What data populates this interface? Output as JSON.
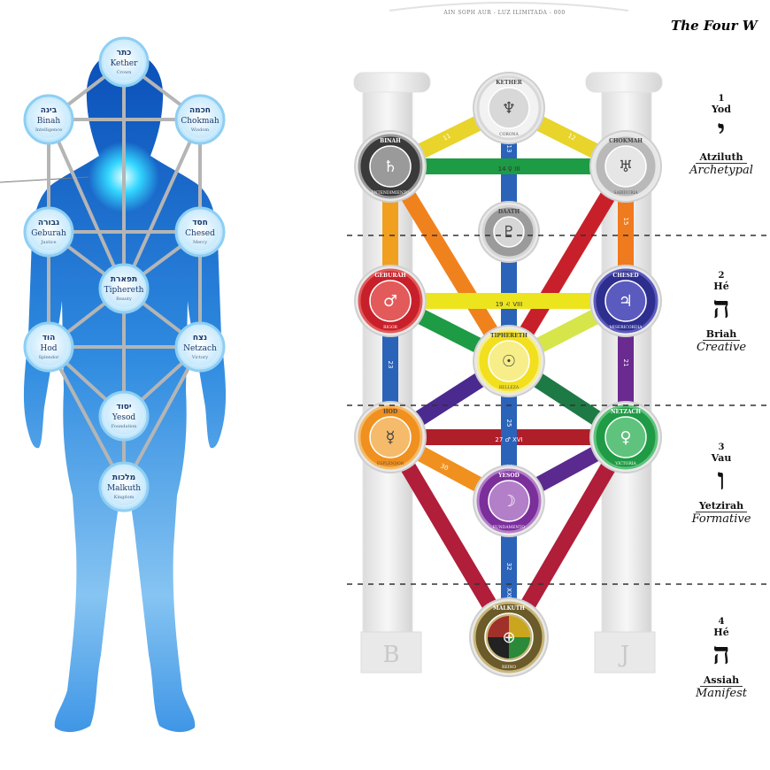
{
  "header_text": "AIN SOPH AUR - LUZ ILIMITADA - 000",
  "title": "The Four W",
  "body_sephiroth": [
    {
      "key": "kether",
      "hebrew": "כתר",
      "name": "Kether",
      "sub": "Crown"
    },
    {
      "key": "binah",
      "hebrew": "בינה",
      "name": "Binah",
      "sub": "Intelligence"
    },
    {
      "key": "chokmah",
      "hebrew": "חכמה",
      "name": "Chokmah",
      "sub": "Wisdom"
    },
    {
      "key": "geburah",
      "hebrew": "גבורה",
      "name": "Geburah",
      "sub": "Justice"
    },
    {
      "key": "chesed",
      "hebrew": "חסד",
      "name": "Chesed",
      "sub": "Mercy"
    },
    {
      "key": "tiphereth",
      "hebrew": "תפארת",
      "name": "Tiphereth",
      "sub": "Beauty"
    },
    {
      "key": "hod",
      "hebrew": "הוד",
      "name": "Hod",
      "sub": "Splendor"
    },
    {
      "key": "netzach",
      "hebrew": "נצח",
      "name": "Netzach",
      "sub": "Victory"
    },
    {
      "key": "yesod",
      "hebrew": "יסוד",
      "name": "Yesod",
      "sub": "Foundation"
    },
    {
      "key": "malkuth",
      "hebrew": "מלכות",
      "name": "Malkuth",
      "sub": "Kingdom"
    }
  ],
  "tree_sephiroth": [
    {
      "key": "kether",
      "name": "KETHER",
      "sub": "CORONA",
      "symbol": "♆",
      "color": "#f2f2f2",
      "ring": "#d8d8d8",
      "dark": false
    },
    {
      "key": "binah",
      "name": "BINAH",
      "sub": "ENTENDIMIENTO",
      "symbol": "♄",
      "color": "#3a3a3a",
      "ring": "#9a9a9a",
      "dark": true
    },
    {
      "key": "chokmah",
      "name": "CHOKMAH",
      "sub": "SABIDURIA",
      "symbol": "♅",
      "color": "#b9b9b9",
      "ring": "#e6e6e6",
      "dark": false
    },
    {
      "key": "daath",
      "name": "DAATH",
      "sub": "",
      "symbol": "♇",
      "color": "#9b9b9b",
      "ring": "#d6d6d6",
      "dark": false
    },
    {
      "key": "geburah",
      "name": "GEBURAH",
      "sub": "RIGOR",
      "symbol": "♂",
      "color": "#c8202a",
      "ring": "#e35a5a",
      "dark": true
    },
    {
      "key": "chesed",
      "name": "CHESED",
      "sub": "MISERICORDIA",
      "symbol": "♃",
      "color": "#2e2e8f",
      "ring": "#5b5bbf",
      "dark": true
    },
    {
      "key": "tiphereth",
      "name": "TIPHERETH",
      "sub": "BELLEZA",
      "symbol": "☉",
      "color": "#f2df1e",
      "ring": "#f7ee8a",
      "dark": false
    },
    {
      "key": "hod",
      "name": "HOD",
      "sub": "ESPLENDOR",
      "symbol": "☿",
      "color": "#f0901e",
      "ring": "#f5bb6a",
      "dark": false
    },
    {
      "key": "netzach",
      "name": "NETZACH",
      "sub": "VICTORIA",
      "symbol": "♀",
      "color": "#1f9a45",
      "ring": "#5fc37d",
      "dark": true
    },
    {
      "key": "yesod",
      "name": "YESOD",
      "sub": "FUNDAMENTO",
      "symbol": "☽",
      "color": "#7b2f9b",
      "ring": "#b37fc9",
      "dark": true
    },
    {
      "key": "malkuth",
      "name": "MALKUTH",
      "sub": "REINO",
      "symbol": "⊕",
      "color": "#6b5a2a",
      "ring": "#c9b77a",
      "dark": true
    }
  ],
  "path_labels": [
    {
      "key": "p11",
      "text": "11"
    },
    {
      "key": "p12",
      "text": "12"
    },
    {
      "key": "p13",
      "text": "13"
    },
    {
      "key": "p14",
      "text": "14 ♀ III"
    },
    {
      "key": "p15",
      "text": "15"
    },
    {
      "key": "p19",
      "text": "19 ♌ VIII"
    },
    {
      "key": "p21",
      "text": "21"
    },
    {
      "key": "p23",
      "text": "23"
    },
    {
      "key": "p25",
      "text": "25"
    },
    {
      "key": "p27",
      "text": "27 ♂ XVI"
    },
    {
      "key": "p30",
      "text": "30"
    },
    {
      "key": "p32",
      "text": "32"
    },
    {
      "key": "pXIV",
      "text": "XIV"
    },
    {
      "key": "pXXI",
      "text": "XXI"
    }
  ],
  "pillars": {
    "left": "B",
    "right": "J"
  },
  "worlds": [
    {
      "key": "atziluth",
      "num": "1",
      "letter_name": "Yod",
      "letter": "י",
      "world": "Atziluth",
      "type": "Archetypal"
    },
    {
      "key": "briah",
      "num": "2",
      "letter_name": "Hé",
      "letter": "ה",
      "world": "Briah",
      "type": "Creative"
    },
    {
      "key": "yetzirah",
      "num": "3",
      "letter_name": "Vau",
      "letter": "ו",
      "world": "Yetzirah",
      "type": "Formative"
    },
    {
      "key": "assiah",
      "num": "4",
      "letter_name": "Hé",
      "letter": "ה",
      "world": "Assiah",
      "type": "Manifest"
    }
  ],
  "colors": {
    "body_top": "#0a55c0",
    "body_bottom": "#b8dcf8",
    "glow": "#1ecbff",
    "path_grey": "#b5b5b5"
  }
}
